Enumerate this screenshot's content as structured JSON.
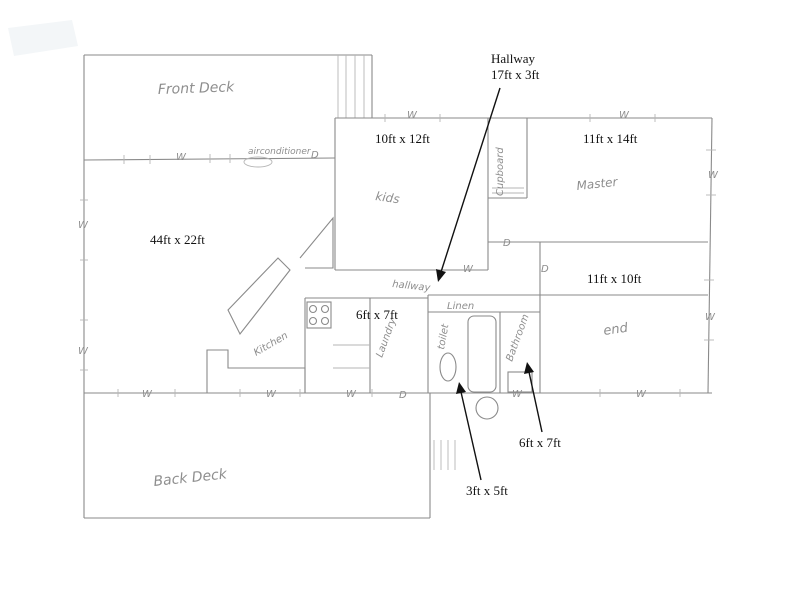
{
  "colors": {
    "pencil": "#8a8a8a",
    "ink": "#111111",
    "paper": "#ffffff"
  },
  "handwritten": {
    "front_deck": "Front Deck",
    "air_conditioner": "airconditioner",
    "kids": "kids",
    "cupboard": "Cupboard",
    "master": "Master",
    "hallway": "hallway",
    "kitchen": "Kitchen",
    "laundry": "Laundry",
    "linen": "Linen",
    "toilet": "toilet",
    "bathroom": "Bathroom",
    "end": "end",
    "back_deck": "Back Deck"
  },
  "wall_marks": {
    "window": "W",
    "door": "D"
  },
  "dimensions": {
    "hallway_title": "Hallway",
    "hallway": "17ft x 3ft",
    "kids": "10ft x 12ft",
    "master": "11ft x 14ft",
    "living": "44ft x 22ft",
    "end": "11ft x 10ft",
    "laundry": "6ft x 7ft",
    "bathroom": "6ft x 7ft",
    "toilet": "3ft x 5ft"
  }
}
